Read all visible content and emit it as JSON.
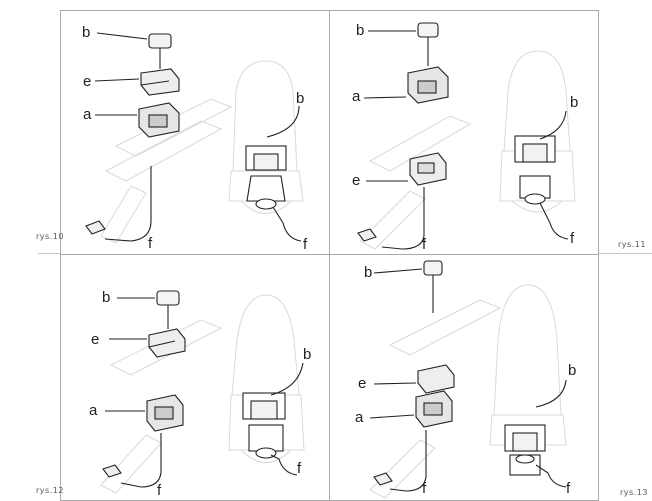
{
  "panels": [
    {
      "figure_label": "rys.10",
      "labels": {
        "b1": "b",
        "e": "e",
        "a": "a",
        "b2": "b",
        "f1": "f",
        "f2": "f"
      }
    },
    {
      "figure_label": "rys.11",
      "labels": {
        "b1": "b",
        "a": "a",
        "e": "e",
        "b2": "b",
        "f1": "f",
        "f2": "f"
      }
    },
    {
      "figure_label": "rys.12",
      "labels": {
        "b1": "b",
        "e": "e",
        "a": "a",
        "b2": "b",
        "f1": "f",
        "f2": "f"
      }
    },
    {
      "figure_label": "rys.13",
      "labels": {
        "b1": "b",
        "e": "e",
        "a": "a",
        "b2": "b",
        "f1": "f",
        "f2": "f"
      }
    }
  ]
}
